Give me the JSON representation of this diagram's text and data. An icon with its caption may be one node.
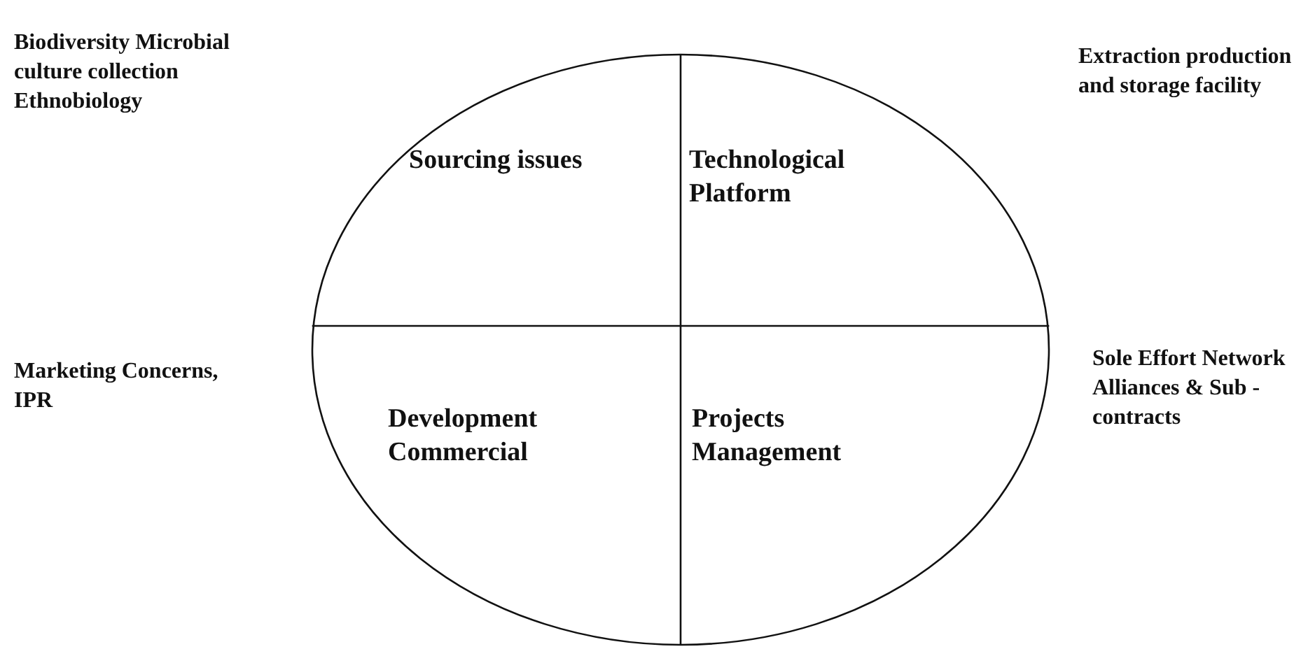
{
  "diagram": {
    "nodes": [
      {
        "text": [],
        "shape": "circle"
      },
      {
        "text": [
          "Sourcing issues"
        ],
        "in": 0
      },
      {
        "text": [
          "Technological Platform"
        ],
        "in": 0
      },
      {
        "text": [
          "Development Commercial"
        ],
        "in": 0
      },
      {
        "text": [
          "Projects Management"
        ],
        "in": 0
      }
    ],
    "edges": [],
    "labels": [
      "Biodiversity Microbial culture collection Ethnobiology",
      "Extraction production and storage facility",
      "Marketing Concerns, IPR",
      "Sole Effort Network Alliances & Sub - contracts"
    ]
  }
}
